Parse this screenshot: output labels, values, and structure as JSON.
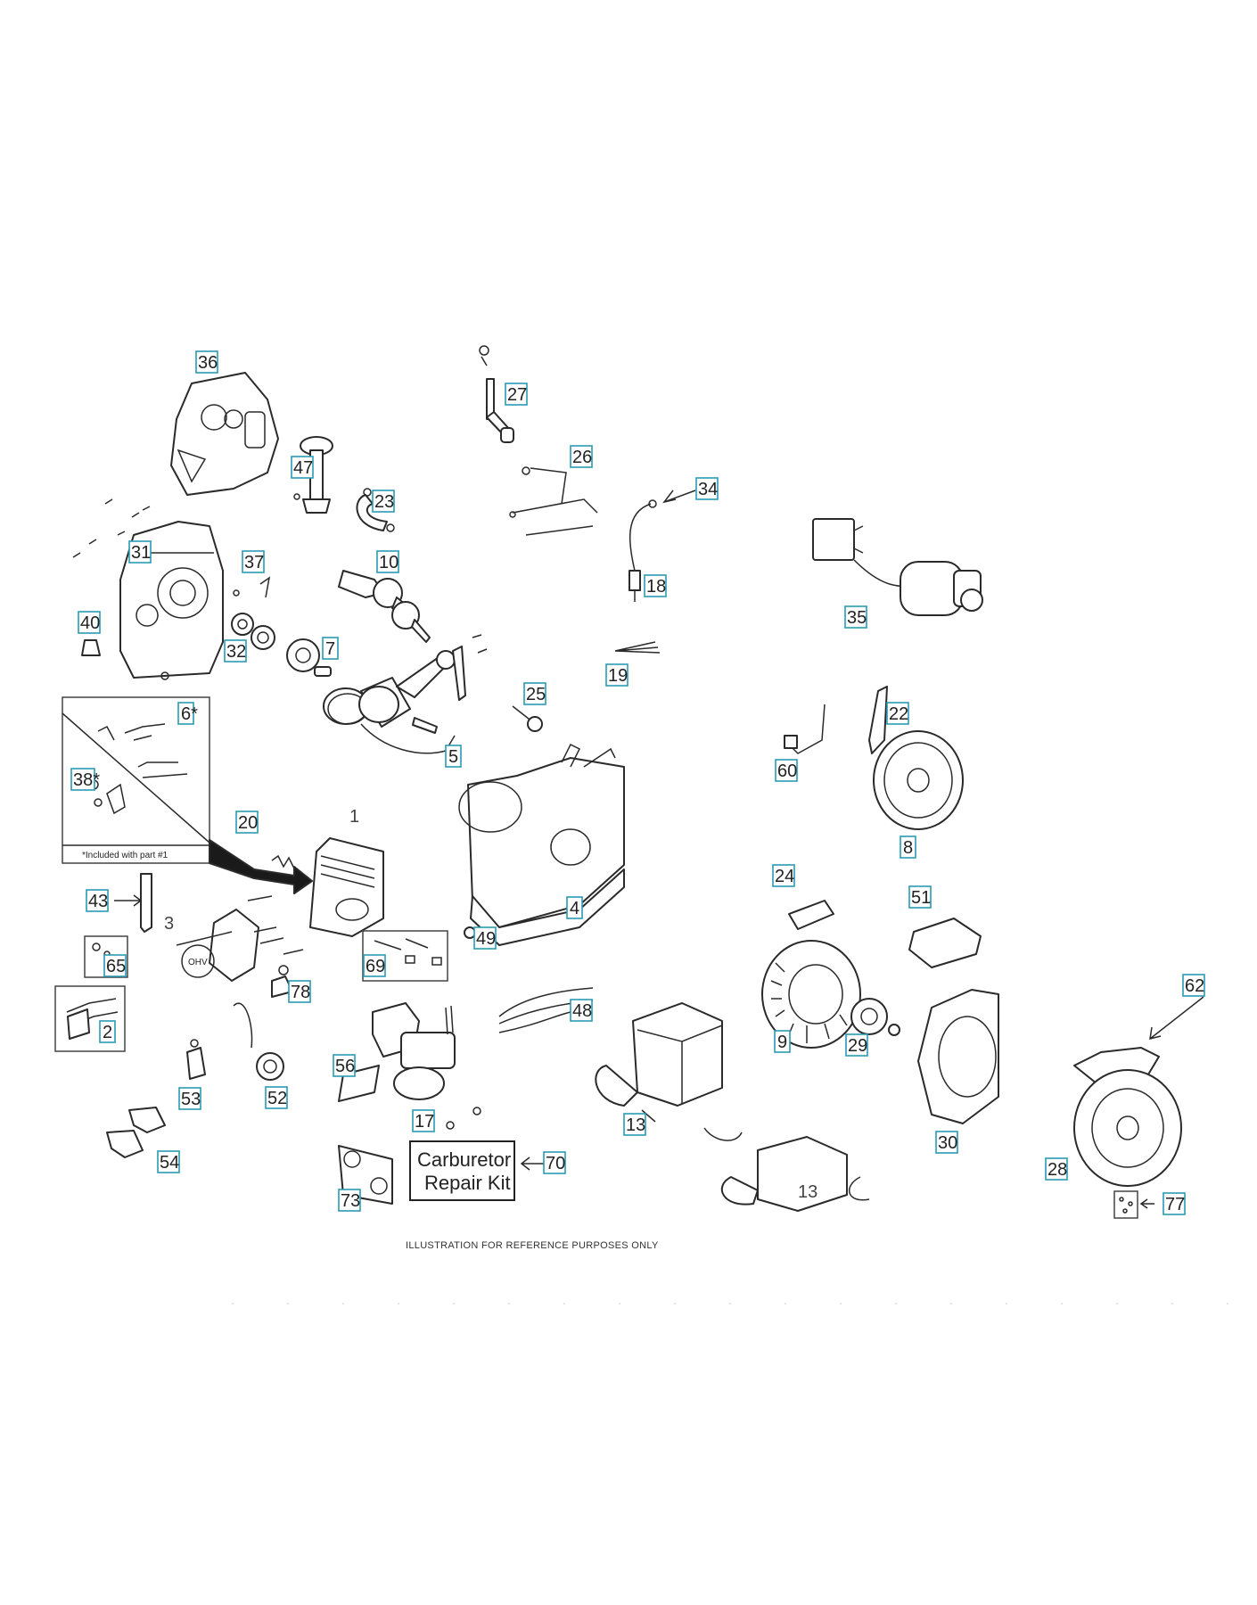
{
  "callouts": {
    "p36": "36",
    "p27": "27",
    "p26": "26",
    "p47": "47",
    "p23": "23",
    "p34": "34",
    "p31": "31",
    "p37": "37",
    "p10": "10",
    "p18": "18",
    "p35": "35",
    "p40": "40",
    "p32": "32",
    "p7": "7",
    "p19": "19",
    "p25": "25",
    "p22": "22",
    "p6": "6*",
    "p5": "5",
    "p60": "60",
    "p38": "38*",
    "p8": "8",
    "p20": "20",
    "p1": "1",
    "p4": "4",
    "p24": "24",
    "p51": "51",
    "p43": "43",
    "p3": "3",
    "p49": "49",
    "p65": "65",
    "p69": "69",
    "p78": "78",
    "p62": "62",
    "p2": "2",
    "p48": "48",
    "p9": "9",
    "p29": "29",
    "p56": "56",
    "p53": "53",
    "p52": "52",
    "p13a": "13",
    "p30": "30",
    "p17": "17",
    "p70": "70",
    "p54": "54",
    "p28": "28",
    "p73": "73",
    "p13b": "13",
    "p77": "77"
  },
  "inset_note": "*Included with part #1",
  "carburetor_kit": {
    "line1": "Carburetor",
    "line2": "Repair Kit"
  },
  "footer_note": "ILLUSTRATION FOR REFERENCE PURPOSES ONLY",
  "colors": {
    "callout_border": "#2b9bb4",
    "line_art": "#2a2a2a",
    "background": "#ffffff"
  }
}
